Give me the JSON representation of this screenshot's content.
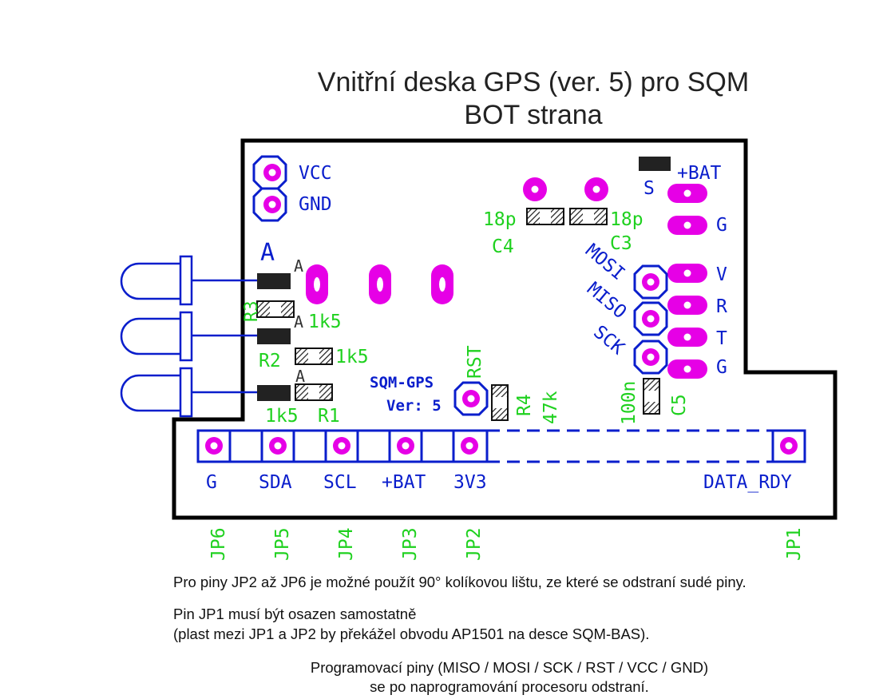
{
  "title": {
    "line1": "Vnitřní deska GPS (ver. 5) pro SQM",
    "line2": "BOT strana"
  },
  "power_pins": {
    "vcc": "VCC",
    "gnd": "GND"
  },
  "top_right": {
    "s": "S",
    "bat": "+BAT",
    "g1": "G",
    "v": "V",
    "r": "R",
    "t": "T",
    "g2": "G"
  },
  "capacitors": {
    "c4_val": "18p",
    "c4": "C4",
    "c3_val": "18p",
    "c3": "C3",
    "c5_val": "100n",
    "c5": "C5"
  },
  "prog_pins": {
    "mosi": "MOSI",
    "miso": "MISO",
    "sck": "SCK",
    "rst": "RST"
  },
  "leds": {
    "a_big": "A",
    "a1": "A",
    "a2": "A",
    "a3": "A"
  },
  "resistors": {
    "r3": "R3",
    "r3_val": "1k5",
    "r2": "R2",
    "r2_val": "1k5",
    "r1_val": "1k5",
    "r1": "R1",
    "r4": "R4",
    "r4_val": "47k"
  },
  "board_label": {
    "name": "SQM-GPS",
    "ver": "Ver: 5"
  },
  "connector_labels": [
    "G",
    "SDA",
    "SCL",
    "+BAT",
    "3V3",
    "DATA_RDY"
  ],
  "jumper_labels": [
    "JP6",
    "JP5",
    "JP4",
    "JP3",
    "JP2",
    "JP1"
  ],
  "notes": {
    "n1": "Pro piny JP2 až JP6 je možné použít 90° kolíkovou lištu, ze které se odstraní sudé piny.",
    "n2a": "Pin JP1 musí být osazen samostatně",
    "n2b": "(plast mezi JP1 a JP2 by překážel obvodu AP1501 na desce SQM-BAS).",
    "n3a": "Programovací piny (MISO / MOSI / SCK / RST / VCC / GND)",
    "n3b": "se po naprogramování procesoru odstraní."
  },
  "colors": {
    "blue": "#0a1ecc",
    "green": "#1fd11f",
    "magenta": "#e600e6",
    "outline": "#000000"
  }
}
